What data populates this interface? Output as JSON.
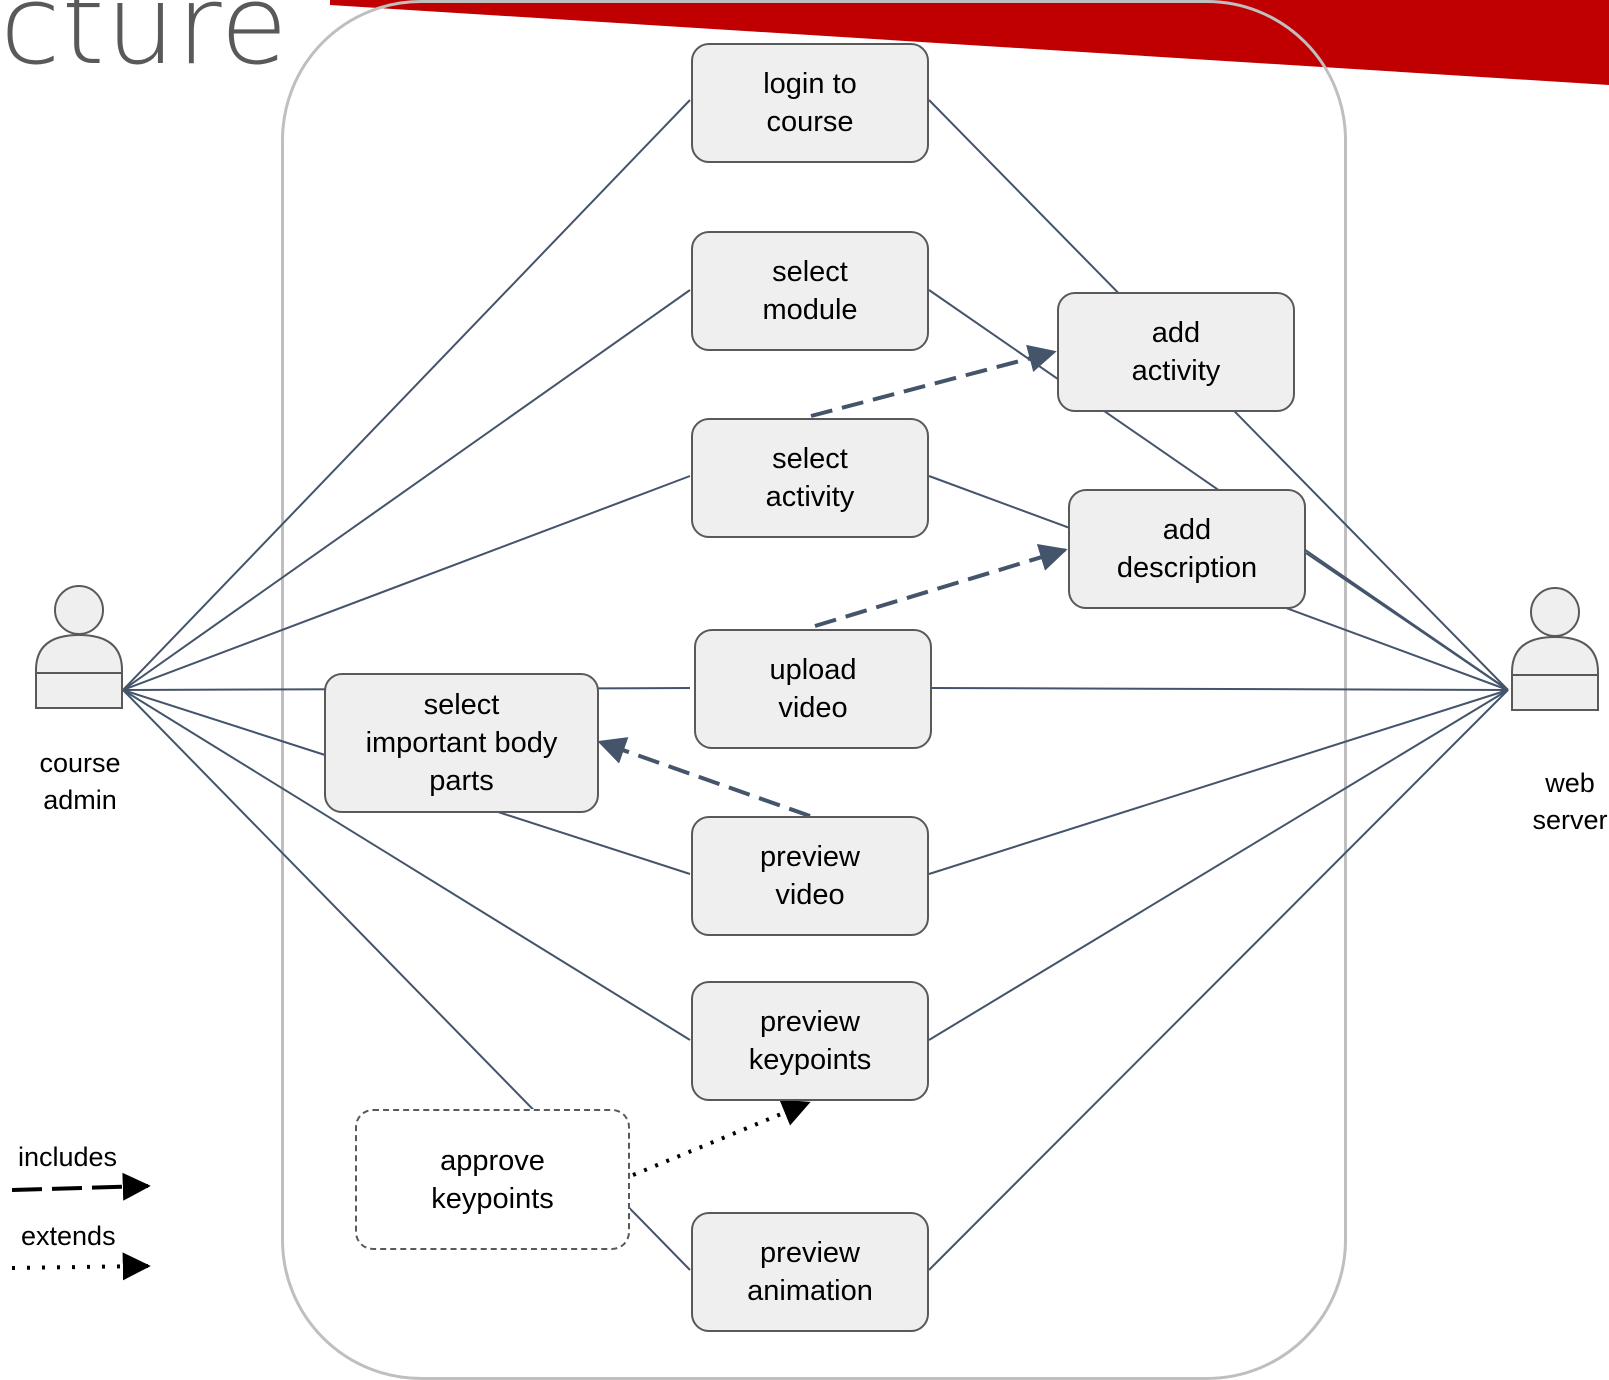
{
  "header": {
    "title_fragment": "cture",
    "banner_color": "#c00000"
  },
  "actors": {
    "left": {
      "label": "course\nadmin",
      "icon": "person-icon"
    },
    "right": {
      "label": "web\nserver",
      "icon": "person-icon"
    }
  },
  "use_cases": {
    "login": "login to\ncourse",
    "select_module": "select\nmodule",
    "select_activity": "select\nactivity",
    "upload_video": "upload\nvideo",
    "select_body_parts": "select\nimportant body\nparts",
    "preview_video": "preview\nvideo",
    "preview_keypoints": "preview\nkeypoints",
    "approve_keypoints": "approve\nkeypoints",
    "preview_animation": "preview\nanimation",
    "add_activity": "add\nactivity",
    "add_description": "add\ndescription"
  },
  "legend": {
    "includes": "includes",
    "extends": "extends"
  },
  "colors": {
    "line": "#44546a",
    "box_fill": "#efefef",
    "box_border": "#595959",
    "system_border": "#bfbfbf"
  }
}
